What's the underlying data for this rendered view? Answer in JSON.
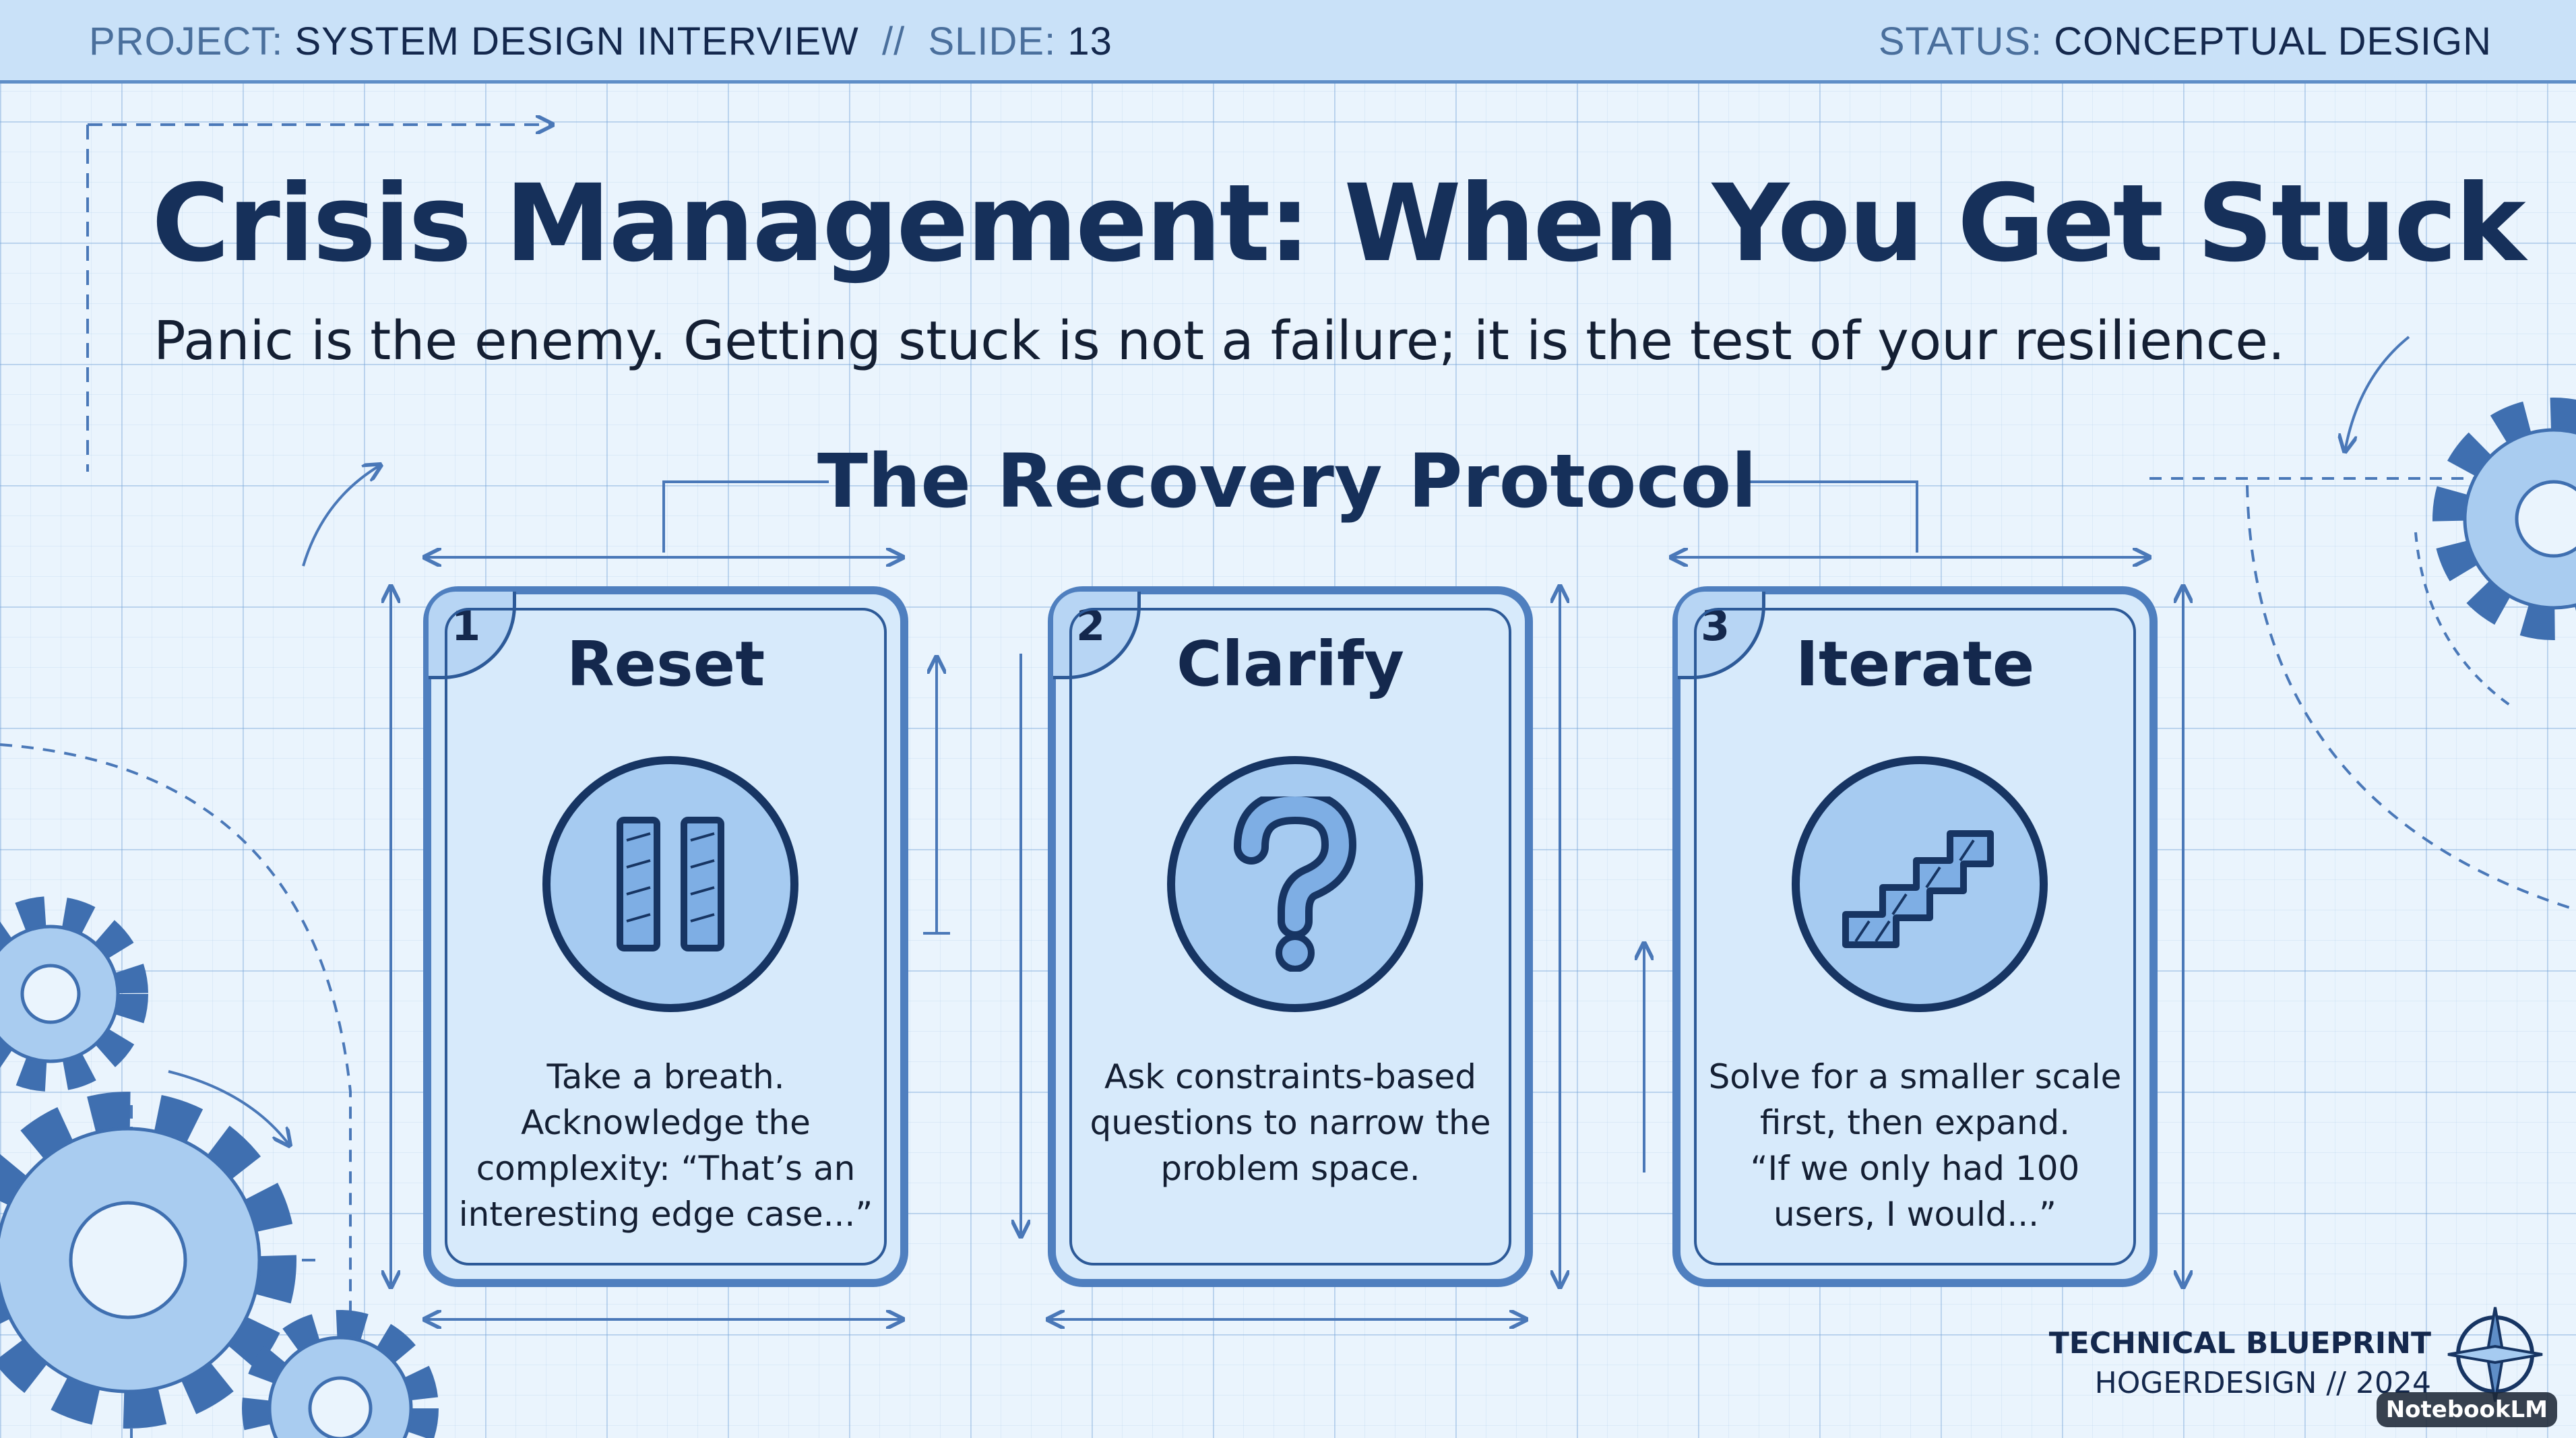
{
  "header": {
    "project_label": "PROJECT:",
    "project_value": "SYSTEM DESIGN INTERVIEW",
    "separator": "//",
    "slide_label": "SLIDE:",
    "slide_value": "13",
    "status_label": "STATUS:",
    "status_value": "CONCEPTUAL DESIGN"
  },
  "title": "Crisis Management: When You Get Stuck",
  "subtitle": "Panic is the enemy. Getting stuck is not a failure; it is the test of your resilience.",
  "section_title": "The Recovery Protocol",
  "cards": [
    {
      "number": "1",
      "title": "Reset",
      "icon": "pause-icon",
      "lines": [
        "Take a breath.",
        "Acknowledge the",
        "complexity: “That’s an",
        "interesting edge case...”"
      ]
    },
    {
      "number": "2",
      "title": "Clarify",
      "icon": "question-mark-icon",
      "lines": [
        "Ask constraints-based",
        "questions to narrow the",
        "problem space."
      ]
    },
    {
      "number": "3",
      "title": "Iterate",
      "icon": "stairs-icon",
      "lines": [
        "Solve for a smaller scale",
        "first, then expand.",
        "“If we only had 100",
        "users, I would...”"
      ]
    }
  ],
  "footer": {
    "line1": "TECHNICAL BLUEPRINT",
    "line2": "HOGERDESIGN // 2024",
    "badge": "NotebookLM",
    "logo_icon": "compass-rose-icon"
  },
  "colors": {
    "accent": "#16305a",
    "card_fill": "#d7eafb",
    "icon_fill": "#a6cbf1",
    "header_bg": "#c9e1f8"
  }
}
